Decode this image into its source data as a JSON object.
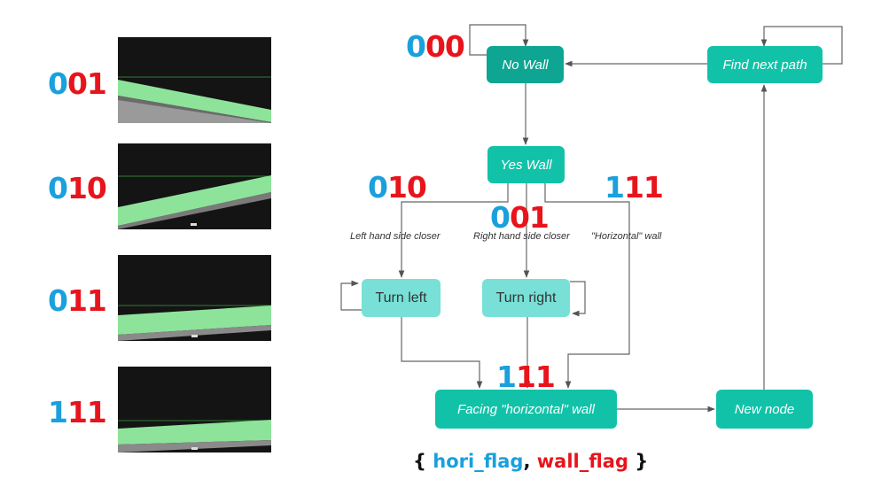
{
  "left_panel": [
    {
      "hori": "0",
      "wall": "01"
    },
    {
      "hori": "0",
      "wall": "10"
    },
    {
      "hori": "0",
      "wall": "11"
    },
    {
      "hori": "1",
      "wall": "11"
    }
  ],
  "nodes": {
    "no_wall": "No Wall",
    "find_next_path": "Find next path",
    "yes_wall": "Yes Wall",
    "turn_left": "Turn left",
    "turn_right": "Turn right",
    "facing_wall": "Facing \"horizontal\" wall",
    "new_node": "New node"
  },
  "edge_labels": {
    "left": "Left hand side closer",
    "right": "Right hand side closer",
    "horizontal": "\"Horizontal\" wall"
  },
  "codes": {
    "no_wall": {
      "hori": "0",
      "wall": "00"
    },
    "left": {
      "hori": "0",
      "wall": "10"
    },
    "right": {
      "hori": "0",
      "wall": "01"
    },
    "horizontal": {
      "hori": "1",
      "wall": "11"
    },
    "facing": {
      "hori": "1",
      "wall": "11"
    }
  },
  "legend": {
    "open": "{",
    "hori_flag": "hori_flag",
    "comma": ",",
    "wall_flag": "wall_flag",
    "close": "}"
  },
  "colors": {
    "hori": "#1aa0dc",
    "wall": "#e8141c",
    "node_dark": "#0ea593",
    "node_teal": "#12c2a8",
    "node_light": "#78e0d6",
    "floor_green": "#8ee39a"
  }
}
